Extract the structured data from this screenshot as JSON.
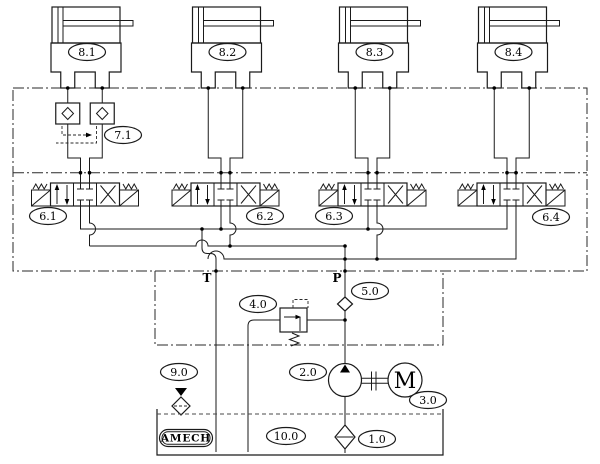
{
  "diagram_title": "hydraulic power unit circuit schematic",
  "colors": {
    "ink": "#000000",
    "background": "#ffffff"
  },
  "labels": {
    "cyl1": "8.1",
    "cyl2": "8.2",
    "cyl3": "8.3",
    "cyl4": "8.4",
    "pilot_checks": "7.1",
    "dcv1": "6.1",
    "dcv2": "6.2",
    "dcv3": "6.3",
    "dcv4": "6.4",
    "check_valve": "5.0",
    "relief_valve": "4.0",
    "pump": "2.0",
    "motor": "3.0",
    "breather": "9.0",
    "tank": "10.0",
    "strainer": "1.0",
    "port_tank": "T",
    "port_pressure": "P",
    "motor_letter": "M",
    "logo": "AMECH"
  },
  "symbol_names": {
    "8.1": "hydraulic-cylinder",
    "8.2": "hydraulic-cylinder",
    "8.3": "hydraulic-cylinder",
    "8.4": "hydraulic-cylinder",
    "7.1": "pilot-operated-check-valve-pair",
    "6.1": "solenoid-directional-valve-4-3",
    "6.2": "solenoid-directional-valve-4-3",
    "6.3": "solenoid-directional-valve-4-3",
    "6.4": "solenoid-directional-valve-4-3",
    "5.0": "check-valve",
    "4.0": "pressure-relief-valve",
    "2.0": "fixed-displacement-pump",
    "3.0": "electric-motor",
    "9.0": "air-breather-filter",
    "10.0": "oil-tank",
    "1.0": "suction-strainer"
  }
}
